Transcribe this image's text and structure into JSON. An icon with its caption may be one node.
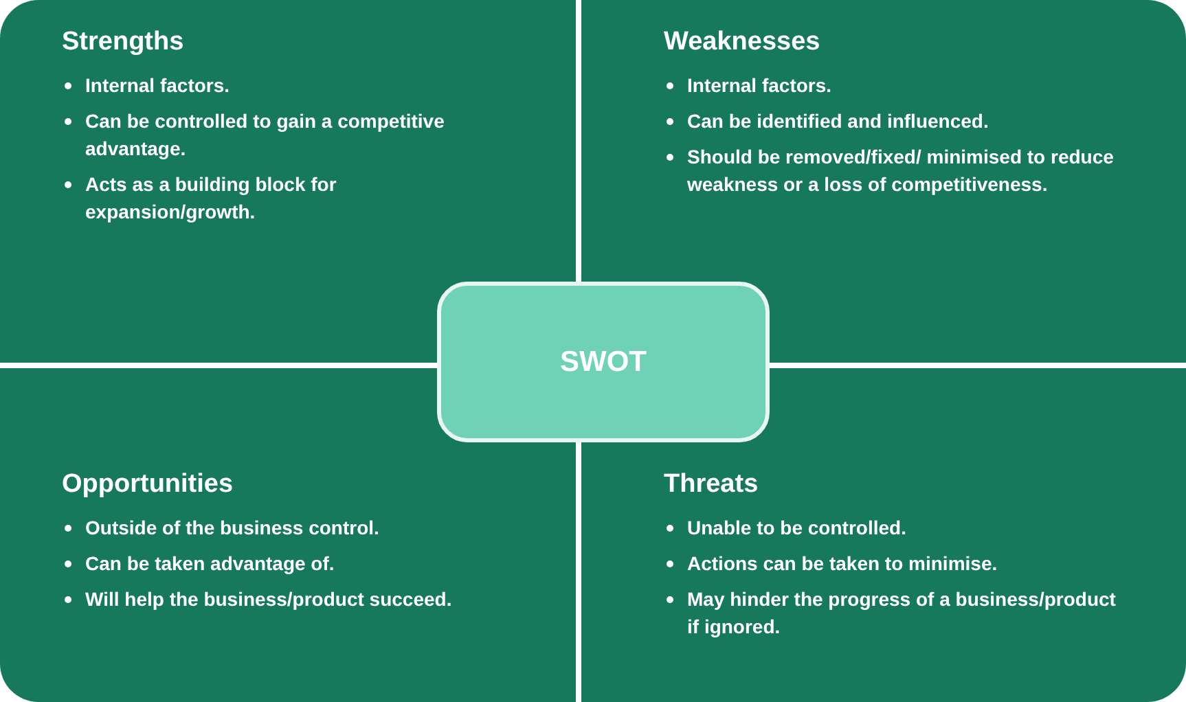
{
  "diagram": {
    "nodes": [
      {
        "text": [
          "Strengths",
          "Internal factors.",
          "Can be controlled to gain a competitive advantage.",
          "Acts as a building block for expansion/growth."
        ]
      },
      {
        "text": [
          "Weaknesses",
          "Internal factors.",
          "Can be identified and influenced.",
          "Should be removed/fixed/ minimised to reduce weakness or a loss of competitiveness."
        ]
      },
      {
        "text": [
          "Opportunities",
          "Outside of the business control.",
          "Can be taken advantage of.",
          "Will help the business/product succeed."
        ]
      },
      {
        "text": [
          "Threats",
          "Unable to be controlled.",
          "Actions can be taken to minimise.",
          "May hinder the progress of a business/product if ignored."
        ]
      },
      {
        "text": [
          "SWOT"
        ]
      }
    ]
  }
}
